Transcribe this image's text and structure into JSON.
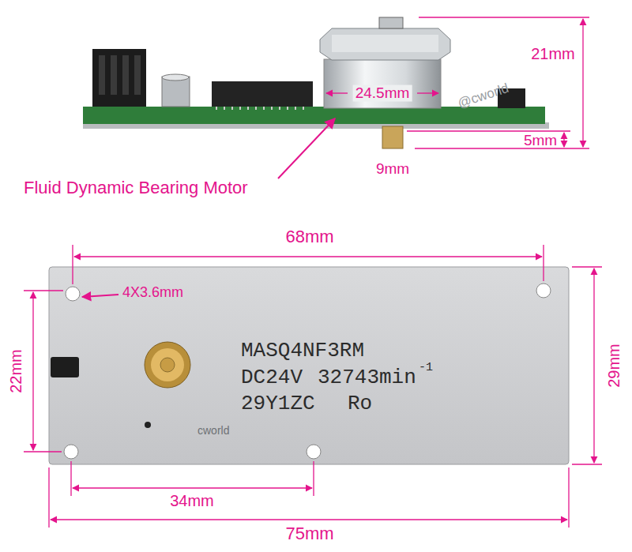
{
  "diagram": {
    "labels": [
      "21mm",
      "24.5mm",
      "5mm",
      "9mm",
      "Fluid Dynamic Bearing Motor",
      "@cworld",
      "68mm",
      "4X3.6mm",
      "22mm",
      "29mm",
      "MASQ4NF3RM",
      "DC24V",
      "32743min",
      "-1",
      "29Y1ZC",
      "Ro",
      "cworld",
      "34mm",
      "75mm"
    ]
  }
}
